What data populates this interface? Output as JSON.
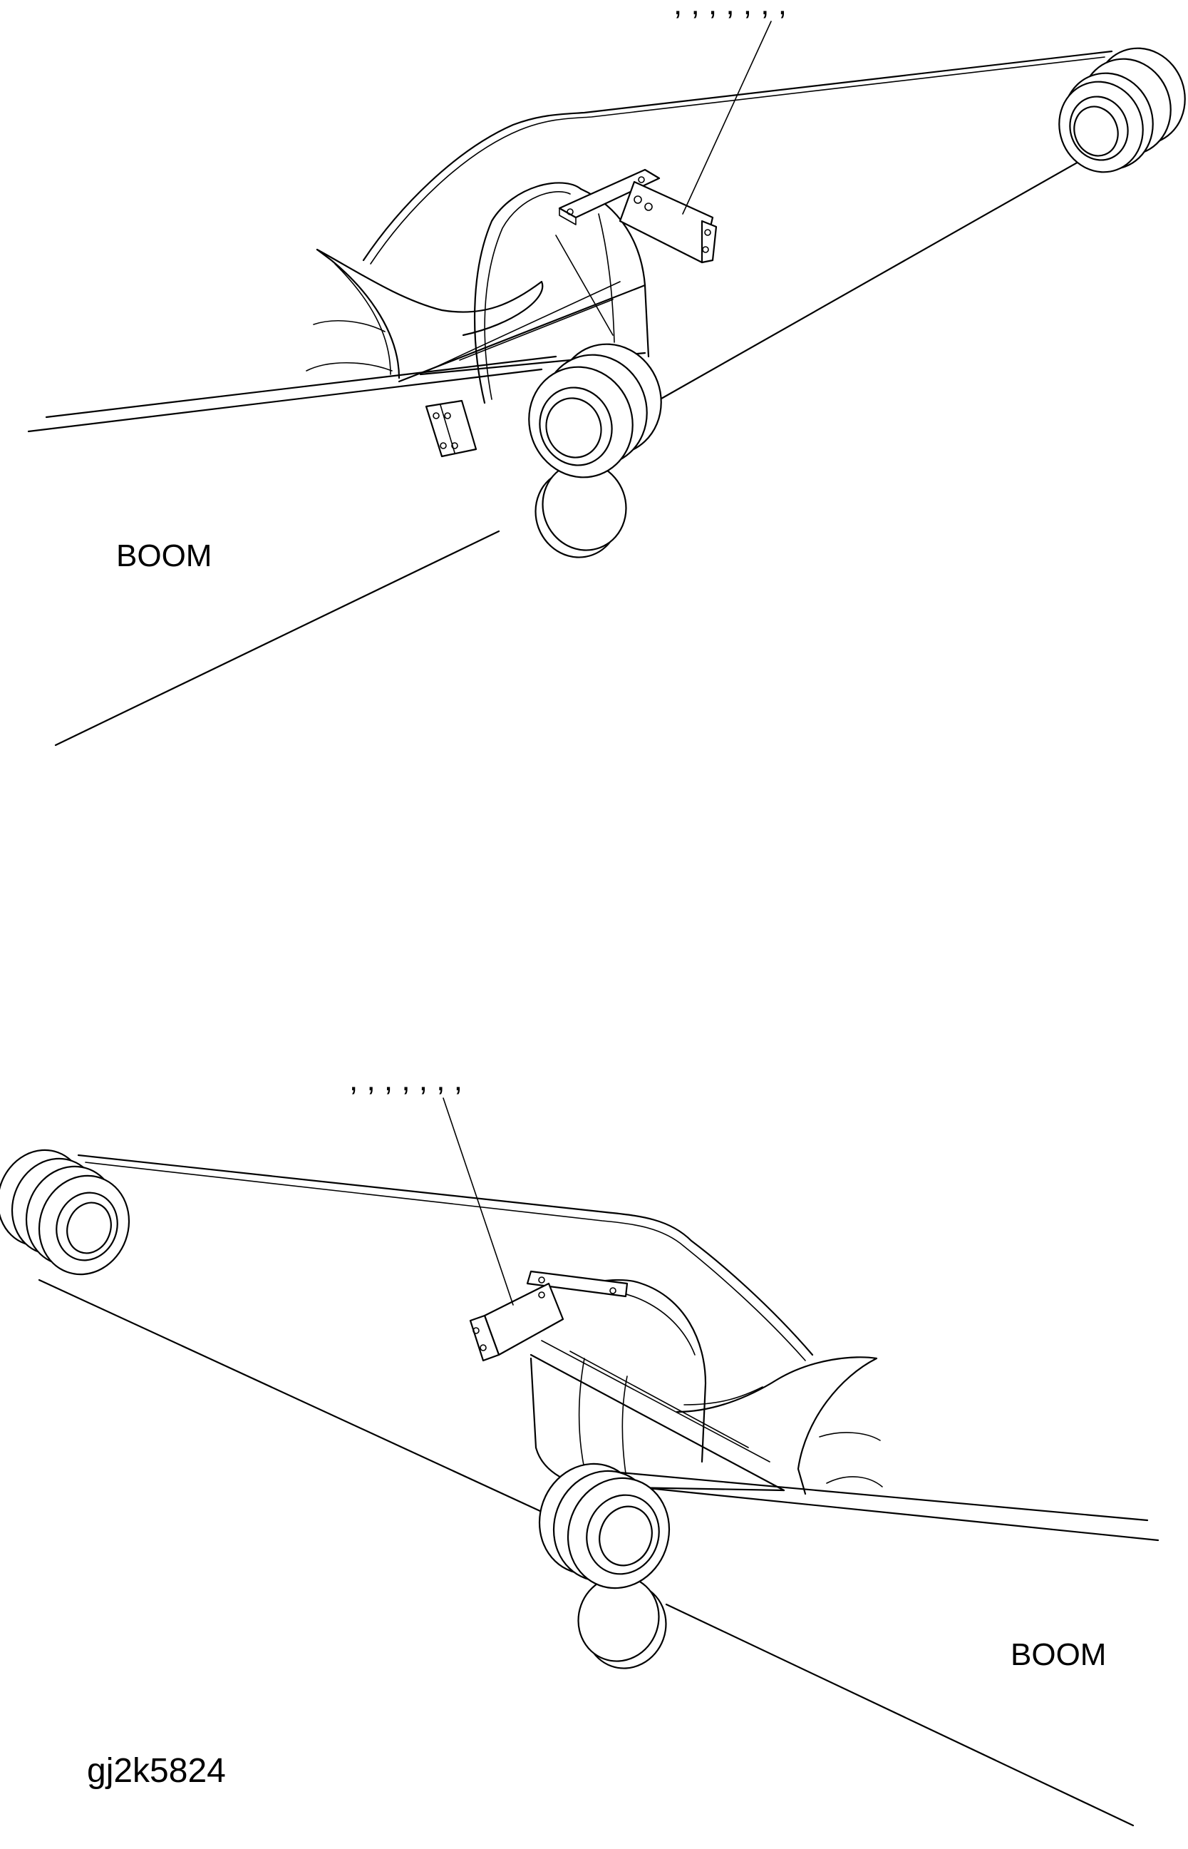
{
  "figure": {
    "top_view": {
      "part_label": "BOOM",
      "callout_text": ", , , , , , ,"
    },
    "bottom_view": {
      "part_label": "BOOM",
      "callout_text": ", , , , , , ,"
    },
    "figure_id": "gj2k5824"
  }
}
